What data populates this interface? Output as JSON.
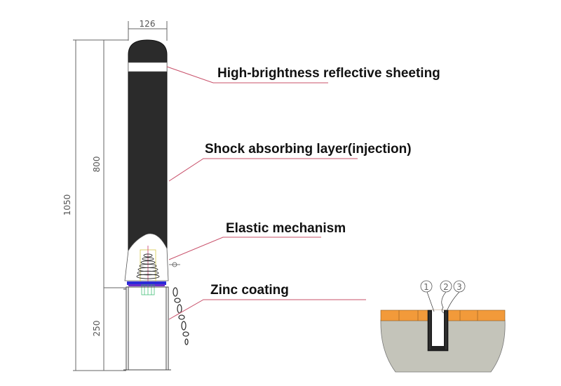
{
  "dimensions": {
    "width_label": "126",
    "total_height_label": "1050",
    "upper_height_label": "800",
    "lower_height_label": "250"
  },
  "callouts": {
    "reflective": "High-brightness reflective sheeting",
    "shock": "Shock absorbing layer(injection)",
    "elastic": "Elastic mechanism",
    "zinc": "Zinc coating"
  },
  "cross_section": {
    "markers": [
      "1",
      "2",
      "3"
    ]
  },
  "colors": {
    "post_body": "#2b2b2b",
    "reflective_band": "#ffffff",
    "leader_line": "#c8506a",
    "coating_orange": "#f29a3a",
    "section_grey": "#c4c4ba",
    "base_blue": "#2a2ad8",
    "base_purple": "#6a2cc8"
  }
}
